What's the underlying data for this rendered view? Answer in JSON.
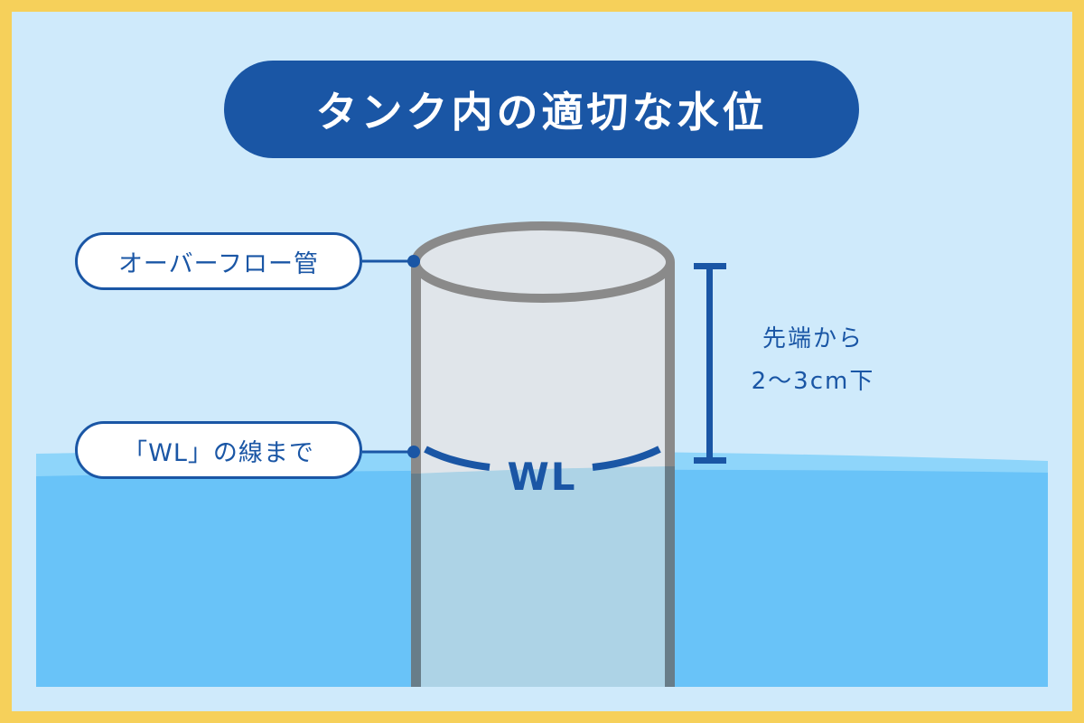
{
  "title": "タンク内の適切な水位",
  "labels": {
    "overflow_pipe": "オーバーフロー管",
    "wl_line": "「WL」の線まで"
  },
  "measurement": {
    "line1": "先端から",
    "line2": "2〜3cm下"
  },
  "tube_mark": "WL",
  "colors": {
    "border": "#F6D05A",
    "background": "#CFEAFB",
    "water": "#69C3F8",
    "water_surface": "#8ED5FA",
    "tube_wall": "#8A8A8A",
    "tube_interior": "#E0E5EA",
    "tube_water": "#ADD3E6",
    "accent": "#1A56A5"
  }
}
